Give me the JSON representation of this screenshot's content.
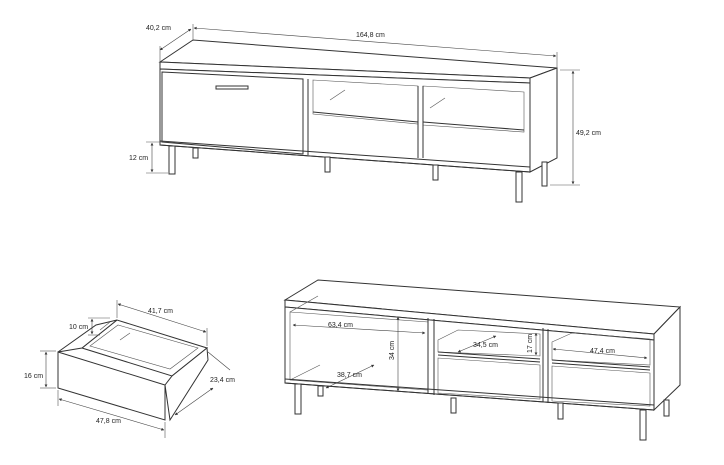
{
  "top_view": {
    "depth": "40,2 cm",
    "width": "164,8 cm",
    "height": "49,2 cm",
    "leg_height": "12 cm"
  },
  "drawer_view": {
    "inner_width": "41,7 cm",
    "front_height_inner": "10 cm",
    "front_height": "16 cm",
    "depth": "23,4 cm",
    "front_width": "47,8 cm"
  },
  "front_view": {
    "left_compartment_width": "63,4 cm",
    "left_compartment_height": "34 cm",
    "left_compartment_depth": "38,7 cm",
    "middle_shelf_width": "34,5 cm",
    "middle_shelf_height": "17 cm",
    "right_shelf_width": "47,4 cm"
  }
}
